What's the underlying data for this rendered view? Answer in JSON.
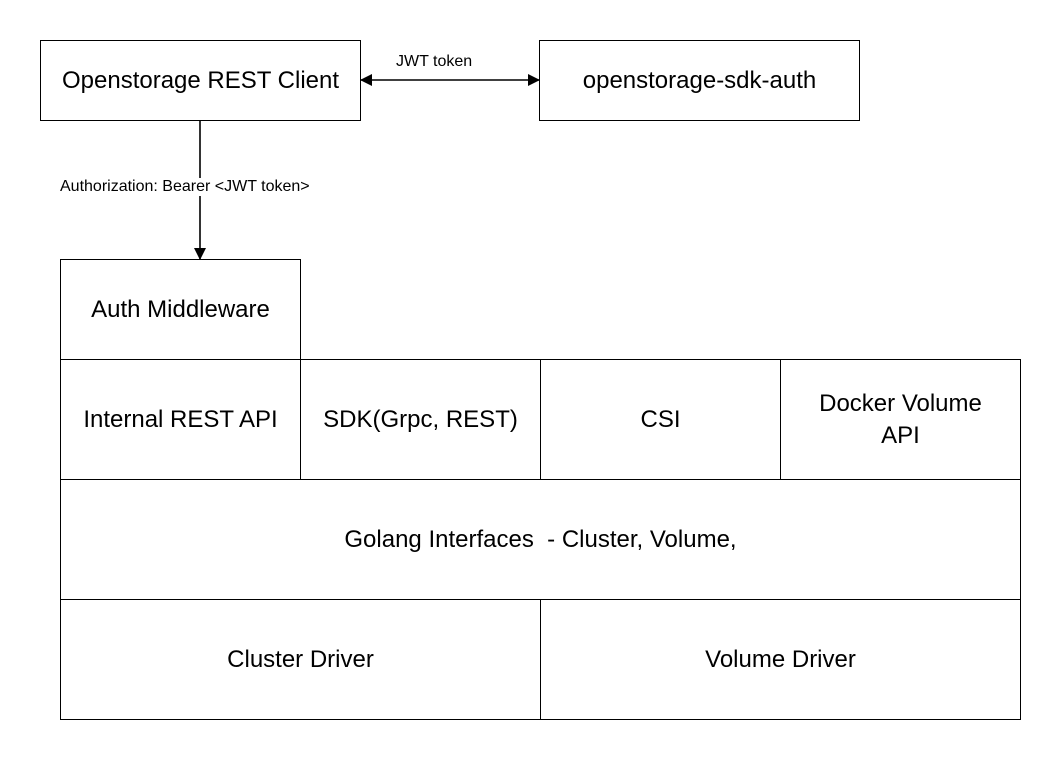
{
  "nodes": {
    "rest_client": "Openstorage REST Client",
    "sdk_auth": "openstorage-sdk-auth",
    "auth_middleware": "Auth Middleware",
    "internal_rest_api": "Internal REST API",
    "sdk_api": "SDK(Grpc, REST)",
    "csi": "CSI",
    "docker_volume_api": "Docker Volume API",
    "golang_interfaces": "Golang Interfaces  - Cluster, Volume,",
    "cluster_driver": "Cluster Driver",
    "volume_driver": "Volume Driver"
  },
  "edges": {
    "jwt_token": "JWT token",
    "authorization": "Authorization: Bearer <JWT token>"
  },
  "colors": {
    "stroke": "#000000",
    "fill": "#ffffff"
  }
}
